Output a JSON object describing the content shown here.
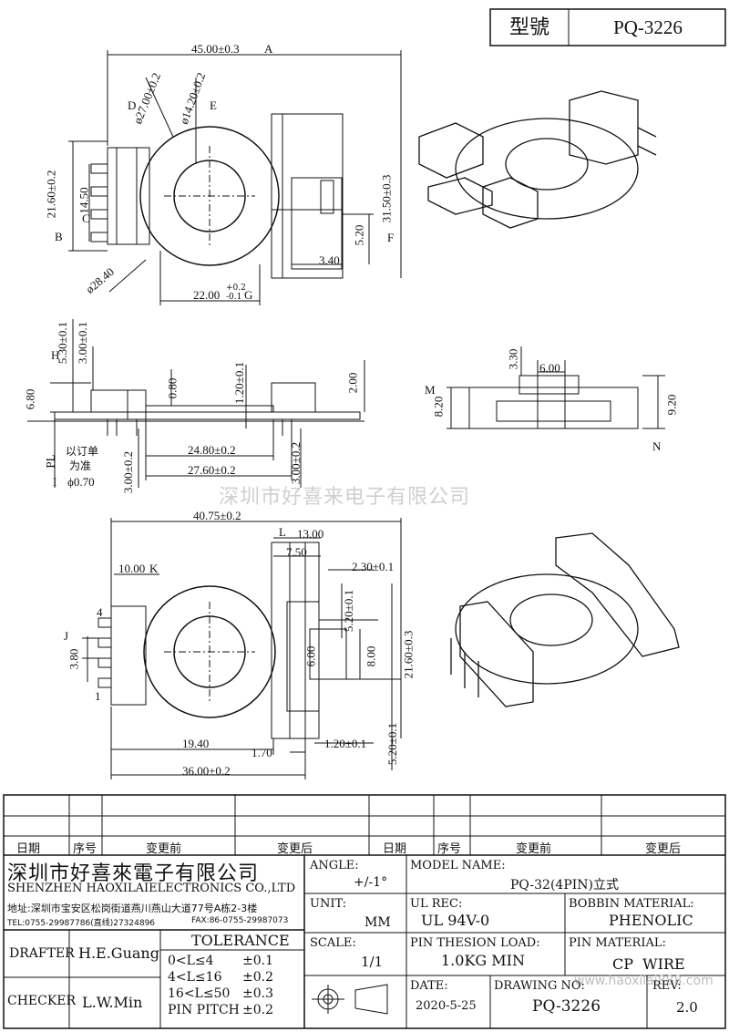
{
  "header": {
    "type_label": "型號",
    "part_number": "PQ-3226"
  },
  "watermark": {
    "text": "深圳市好喜来电子有限公司",
    "site": "www.haoxilai888.com"
  },
  "top_view": {
    "width": "45.00±0.3",
    "tag_A": "A",
    "dia_outer": "ø27.00±0.2",
    "tag_D": "D",
    "dia_inner": "ø14.20±0.2",
    "tag_E": "E",
    "height_B": "21.60±0.2",
    "tag_B": "B",
    "pin_span": "14.50",
    "tag_C": "C",
    "height_F": "31.50±0.3",
    "tag_F": "F",
    "slot": "5.20",
    "offset": "3.40",
    "bottom": "22.00",
    "bottom_tol_up": "+0.2",
    "bottom_tol_dn": "-0.1",
    "tag_G": "G",
    "dia_flange": "ø28.40"
  },
  "front_view": {
    "h1": "5.30±0.1",
    "h2": "3.00±0.1",
    "tag_H": "H",
    "h_total": "6.80",
    "d1": "0.80",
    "d2": "1.20±0.1",
    "d3": "2.00",
    "pl": "PL",
    "note1": "以订单",
    "note2": "为准",
    "pin_dia": "ϕ0.70",
    "tag_I": "I",
    "w1": "24.80±0.2",
    "w2": "27.60±0.2",
    "v1": "3.00±0.2",
    "v2": "3.00±0.2"
  },
  "side_view": {
    "d1": "3.30",
    "d2": "6.00",
    "h1": "8.20",
    "tag_M": "M",
    "h2": "9.20",
    "tag_N": "N"
  },
  "bottom_view": {
    "width": "40.75±0.2",
    "tag_L": "L",
    "w13": "13.00",
    "w7": "7.50",
    "w2": "2.30±0.1",
    "w10": "10.00",
    "tag_K": "K",
    "pin4": "4",
    "pin1": "1",
    "pitch": "3.80",
    "tag_J": "J",
    "h52a": "5.20±0.1",
    "h6": "6.00",
    "h8": "8.00",
    "h216": "21.60±0.3",
    "w194": "19.40",
    "w17": "1.70",
    "w12": "1.20±0.1",
    "h52b": "5.20±0.1",
    "w36": "36.00±0.2"
  },
  "revision_header": {
    "date": "日期",
    "seq": "序号",
    "before": "变更前",
    "after": "变更后",
    "date2": "日期",
    "seq2": "序号",
    "before2": "变更前",
    "after2": "变更后"
  },
  "company": {
    "name_cn": "深圳市好喜來電子有限公司",
    "name_en": "SHENZHEN HAOXILAIELECTRONICS CO.,LTD",
    "address": "地址:深圳市宝安区松岗街道燕川燕山大道77号A栋2-3楼",
    "tel": "TEL:0755-29987786(直线)27324896",
    "fax": "FAX:86-0755-29987073"
  },
  "title_block": {
    "angle_label": "ANGLE:",
    "angle_value": "+/-1°",
    "model_label": "MODEL NAME:",
    "model_value": "PQ-32(4PIN)立式",
    "unit_label": "UNIT:",
    "unit_value": "MM",
    "ulrec_label": "UL REC:",
    "ulrec_value": "UL 94V-0",
    "bobbin_label": "BOBBIN MATERIAL:",
    "bobbin_value": "PHENOLIC",
    "scale_label": "SCALE:",
    "scale_value": "1/1",
    "pinload_label": "PIN THESION LOAD:",
    "pinload_value": "1.0KG MIN",
    "pinmat_label": "PIN MATERIAL:",
    "pinmat_value": "CP  WIRE",
    "date_label": "DATE:",
    "date_value": "2020-5-25",
    "drawno_label": "DRAWING NO:",
    "drawno_value": "PQ-3226",
    "rev_label": "REV:",
    "rev_value": "2.0",
    "drafter_label": "DRAFTER",
    "drafter_value": "H.E.Guang",
    "checker_label": "CHECKER",
    "checker_value": "L.W.Min",
    "tolerance_label": "TOLERANCE",
    "tol": [
      {
        "range": "0<L≤4",
        "val": "±0.1"
      },
      {
        "range": "4<L≤16",
        "val": "±0.2"
      },
      {
        "range": "16<L≤50",
        "val": "±0.3"
      },
      {
        "range": "PIN PITCH",
        "val": "±0.2"
      }
    ]
  }
}
